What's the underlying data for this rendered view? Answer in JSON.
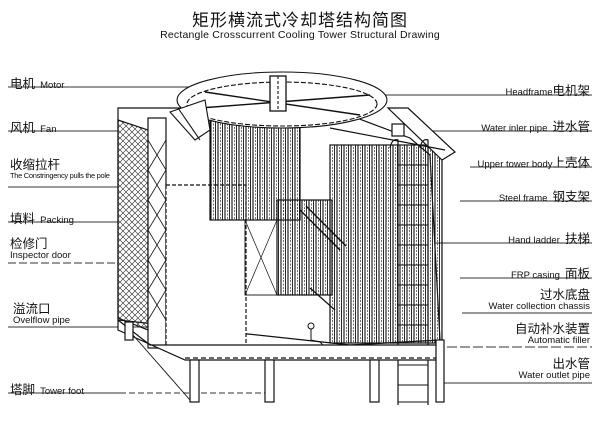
{
  "title": {
    "cn": "矩形横流式冷却塔结构简图",
    "en": "Rectangle Crosscurrent Cooling Tower Structural Drawing"
  },
  "left_labels": [
    {
      "id": "motor",
      "cn": "电机",
      "en": "Motor"
    },
    {
      "id": "fan",
      "cn": "风机",
      "en": "Fan"
    },
    {
      "id": "pull-pole",
      "cn": "收缩拉杆",
      "en": "The Constringency pulls the pole"
    },
    {
      "id": "packing",
      "cn": "填料",
      "en": "Packing"
    },
    {
      "id": "inspector-door",
      "cn": "检修门",
      "en": "Inspector door"
    },
    {
      "id": "overflow-pipe",
      "cn": "溢流口",
      "en": "Ovelflow pipe"
    },
    {
      "id": "tower-foot",
      "cn": "塔脚",
      "en": "Tower foot"
    }
  ],
  "right_labels": [
    {
      "id": "headframe",
      "cn": "电机架",
      "en": "Headframe"
    },
    {
      "id": "water-inlet-pipe",
      "cn": "进水管",
      "en": "Water inler pipe"
    },
    {
      "id": "upper-tower-body",
      "cn": "上壳体",
      "en": "Upper tower body"
    },
    {
      "id": "steel-frame",
      "cn": "钢支架",
      "en": "Steel frame"
    },
    {
      "id": "hand-ladder",
      "cn": "扶梯",
      "en": "Hand ladder"
    },
    {
      "id": "frp-casing",
      "cn": "面板",
      "en": "FRP casing"
    },
    {
      "id": "water-collection-chassis",
      "cn": "过水底盘",
      "en": "Water collection chassis"
    },
    {
      "id": "automatic-filler",
      "cn": "自动补水装置",
      "en": "Automatic filler"
    },
    {
      "id": "water-outlet-pipe",
      "cn": "出水管",
      "en": "Water outlet pipe"
    }
  ],
  "colors": {
    "ink": "#111111",
    "leader": "#333333",
    "background": "#ffffff"
  }
}
